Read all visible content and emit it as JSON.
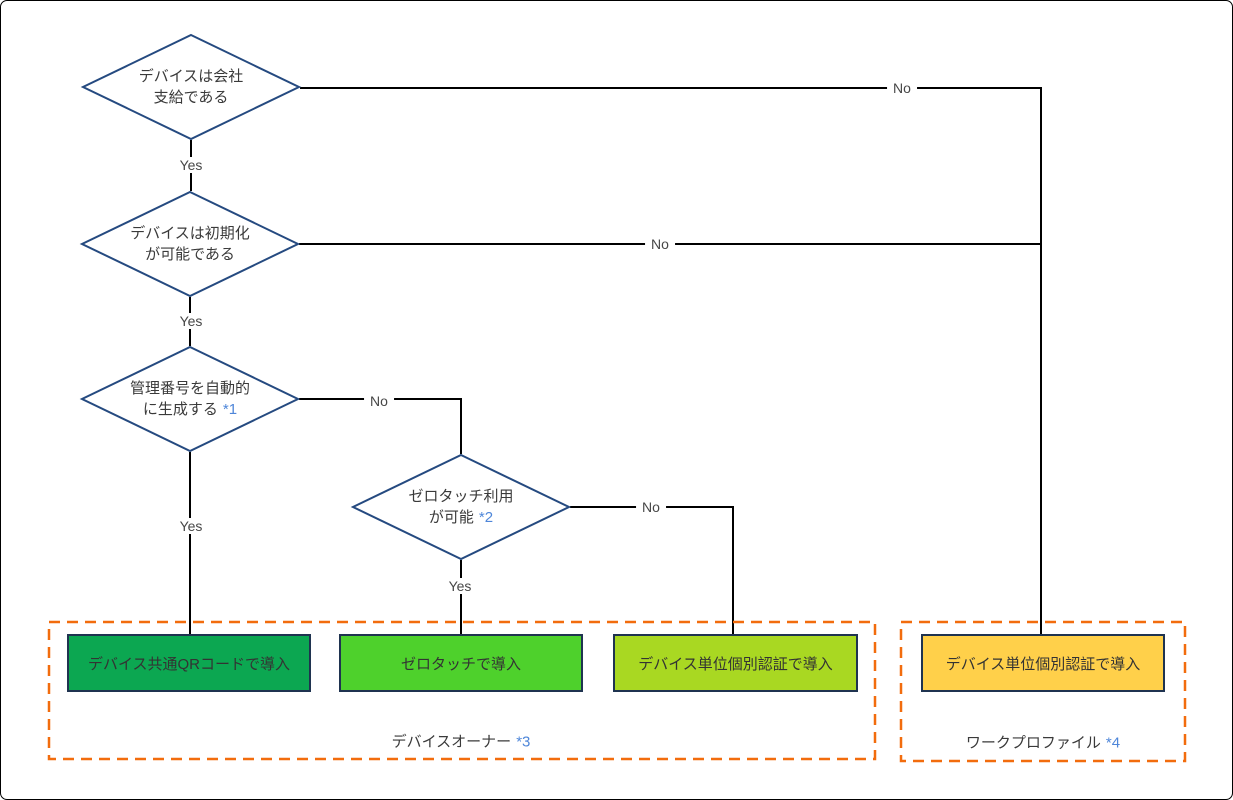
{
  "edge_labels": {
    "yes": "Yes",
    "no": "No"
  },
  "decisions": {
    "company_issued": {
      "line1": "デバイスは会社",
      "line2": "支給である"
    },
    "factory_reset": {
      "line1": "デバイスは初期化",
      "line2": "が可能である"
    },
    "auto_mgmt_id": {
      "line1": "管理番号を自動的",
      "line2": "に生成する",
      "note": "*1"
    },
    "zero_touch": {
      "line1": "ゼロタッチ利用",
      "line2": "が可能",
      "note": "*2"
    }
  },
  "outcomes": {
    "shared_qr": {
      "label": "デバイス共通QRコードで導入",
      "fill": "#0ca751"
    },
    "zero_touch_deploy": {
      "label": "ゼロタッチで導入",
      "fill": "#4ed12c"
    },
    "per_device_owner": {
      "label": "デバイス単位個別認証で導入",
      "fill": "#a9d822"
    },
    "per_device_profile": {
      "label": "デバイス単位個別認証で導入",
      "fill": "#ffd04a"
    }
  },
  "groups": {
    "device_owner": {
      "label": "デバイスオーナー",
      "note": "*3"
    },
    "work_profile": {
      "label": "ワークプロファイル",
      "note": "*4"
    }
  },
  "colors": {
    "diamond_stroke": "#254a80",
    "box_border": "#1f3350",
    "group_border": "#f26c0d",
    "note_blue": "#4e86d9",
    "connector": "#000000"
  }
}
